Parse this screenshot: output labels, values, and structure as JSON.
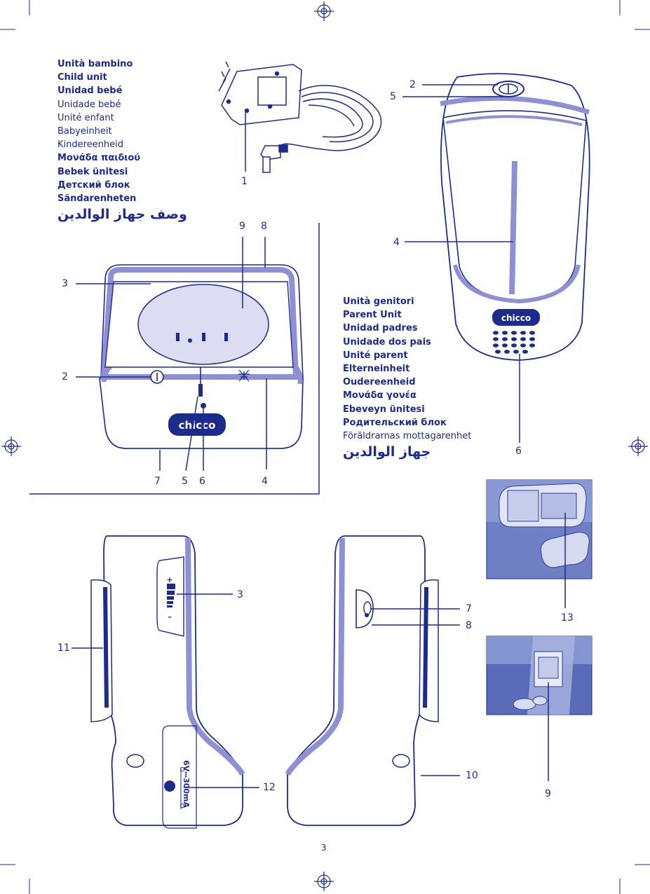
{
  "child_unit_labels": [
    {
      "text": "Unità bambino",
      "bold": true
    },
    {
      "text": "Child unit",
      "bold": true
    },
    {
      "text": "Unidad bebé",
      "bold": true
    },
    {
      "text": "Unidade bebé",
      "bold": false
    },
    {
      "text": "Unité enfant",
      "bold": false
    },
    {
      "text": "Babyeinheit",
      "bold": false
    },
    {
      "text": "Kindereenheid",
      "bold": false
    },
    {
      "text": "Μονάδα παιδιού",
      "bold": true
    },
    {
      "text": "Bebek ünitesi",
      "bold": true
    },
    {
      "text": "Детский блок",
      "bold": true
    },
    {
      "text": "Sändarenheten",
      "bold": true
    },
    {
      "text": "وصف جهاز الوالدين",
      "bold": true,
      "arabic": true
    }
  ],
  "parent_unit_labels": [
    {
      "text": "Unità genitori",
      "bold": true
    },
    {
      "text": "Parent Unit",
      "bold": true
    },
    {
      "text": "Unidad padres",
      "bold": true
    },
    {
      "text": "Unidade dos pais",
      "bold": true
    },
    {
      "text": "Unité parent",
      "bold": true
    },
    {
      "text": "Elterneinheit",
      "bold": true
    },
    {
      "text": "Oudereenheid",
      "bold": true
    },
    {
      "text": "Μονάδα γονέα",
      "bold": true
    },
    {
      "text": "Ebeveyn ünitesi",
      "bold": true
    },
    {
      "text": "Родительский блок",
      "bold": true
    },
    {
      "text": "Föräldrarnas mottagarenhet",
      "bold": false
    },
    {
      "text": "جهاز الوالدين",
      "bold": true,
      "arabic": true
    }
  ],
  "callouts": {
    "adapter_1": "1",
    "parent_top_2": "2",
    "parent_top_5": "5",
    "parent_4": "4",
    "parent_6": "6",
    "child_9": "9",
    "child_8": "8",
    "child_3": "3",
    "child_2": "2",
    "child_7": "7",
    "child_5": "5",
    "child_6": "6",
    "child_4": "4",
    "side_3": "3",
    "side_11": "11",
    "side_12": "12",
    "side_7": "7",
    "side_8": "8",
    "side_10": "10",
    "photo_13": "13",
    "photo_9": "9"
  },
  "brand_logo": "chicco",
  "power_rating": "6V⎓300mA",
  "volume_plus": "+",
  "volume_minus": "–",
  "page_number": "3",
  "colors": {
    "ink": "#1d2c8c",
    "soft": "#8f8fd6",
    "pale": "#dcdcf2",
    "photo_bg": "#6f7fc4"
  }
}
